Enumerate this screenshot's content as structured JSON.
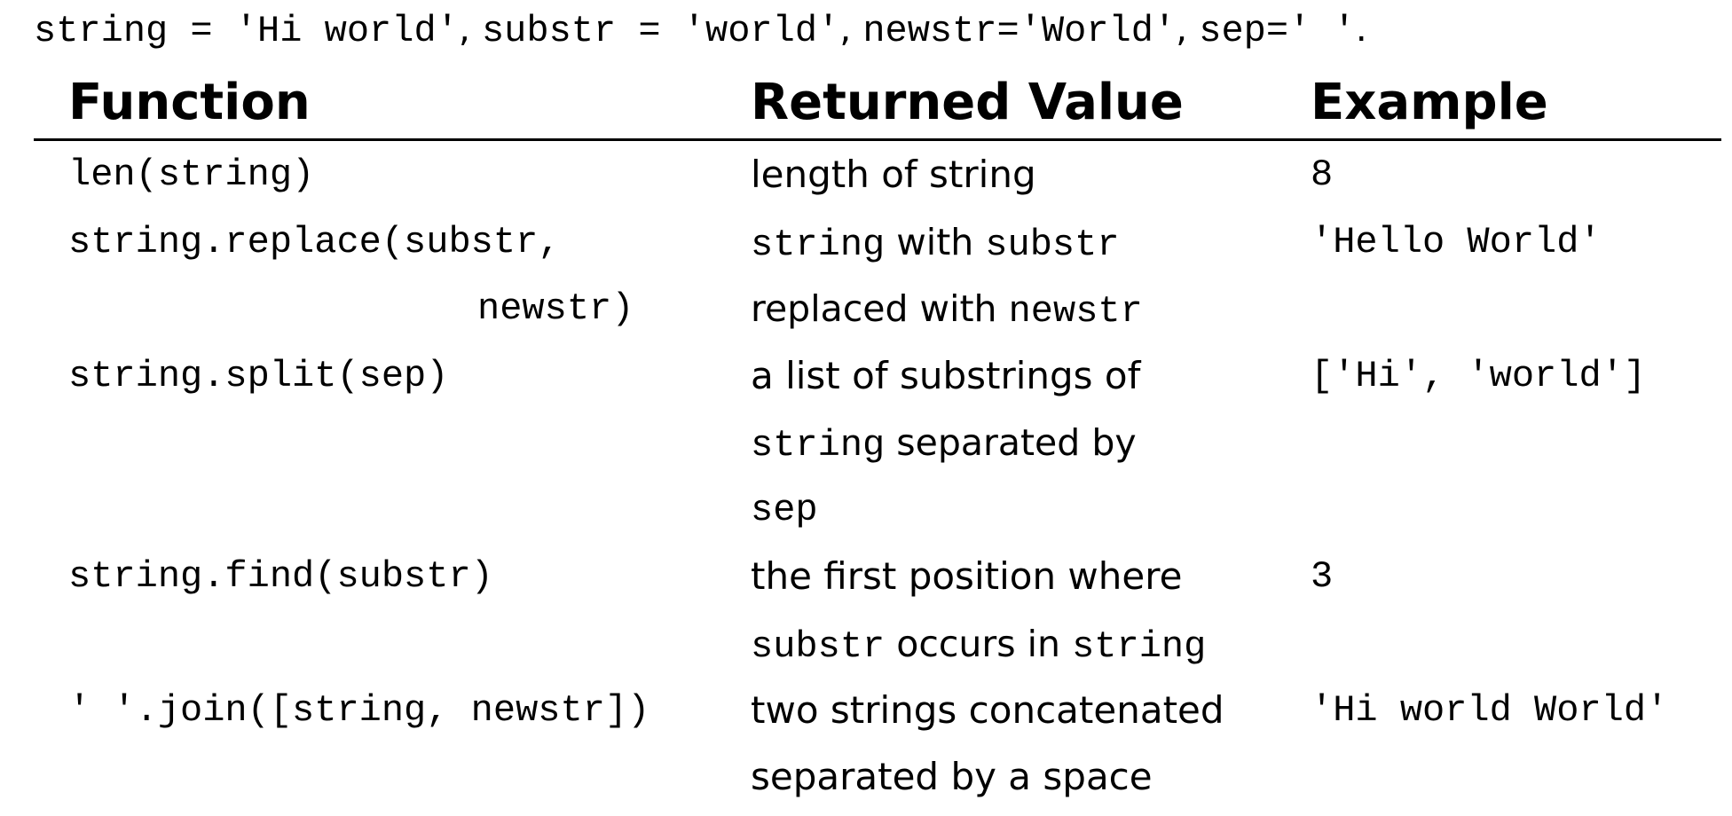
{
  "definitions": {
    "string_code": "string = 'Hi world'",
    "sep1": ", ",
    "substr_code": "substr = 'world'",
    "sep2": ", ",
    "newstr_code": "newstr='World'",
    "sep3": ", ",
    "sep_code": "sep=' '",
    "end": "."
  },
  "table": {
    "headers": {
      "function": "Function",
      "returned_value": "Returned Value",
      "example": "Example"
    },
    "rows": [
      {
        "function_lines": [
          "len(string)"
        ],
        "returned": {
          "l1": "length of string"
        },
        "example": "8"
      },
      {
        "function_lines": [
          "string.replace(substr,",
          "newstr)"
        ],
        "returned": {
          "l1a": "string",
          "l1b": " with ",
          "l1c": "substr",
          "l2a": "replaced with ",
          "l2b": "newstr"
        },
        "example": "'Hello World'"
      },
      {
        "function_lines": [
          "string.split(sep)"
        ],
        "returned": {
          "l1": "a list of substrings of",
          "l2a": "string",
          "l2b": " separated by",
          "l3": "sep"
        },
        "example": "['Hi', 'world']"
      },
      {
        "function_lines": [
          "string.find(substr)"
        ],
        "returned": {
          "l1": "the first position where",
          "l2a": "substr",
          "l2b": " occurs in ",
          "l2c": "string"
        },
        "example": "3"
      },
      {
        "function_lines": [
          "' '.join([string, newstr])"
        ],
        "returned": {
          "l1": "two strings concatenated",
          "l2": "separated by a space"
        },
        "example": "'Hi world World'"
      }
    ]
  }
}
